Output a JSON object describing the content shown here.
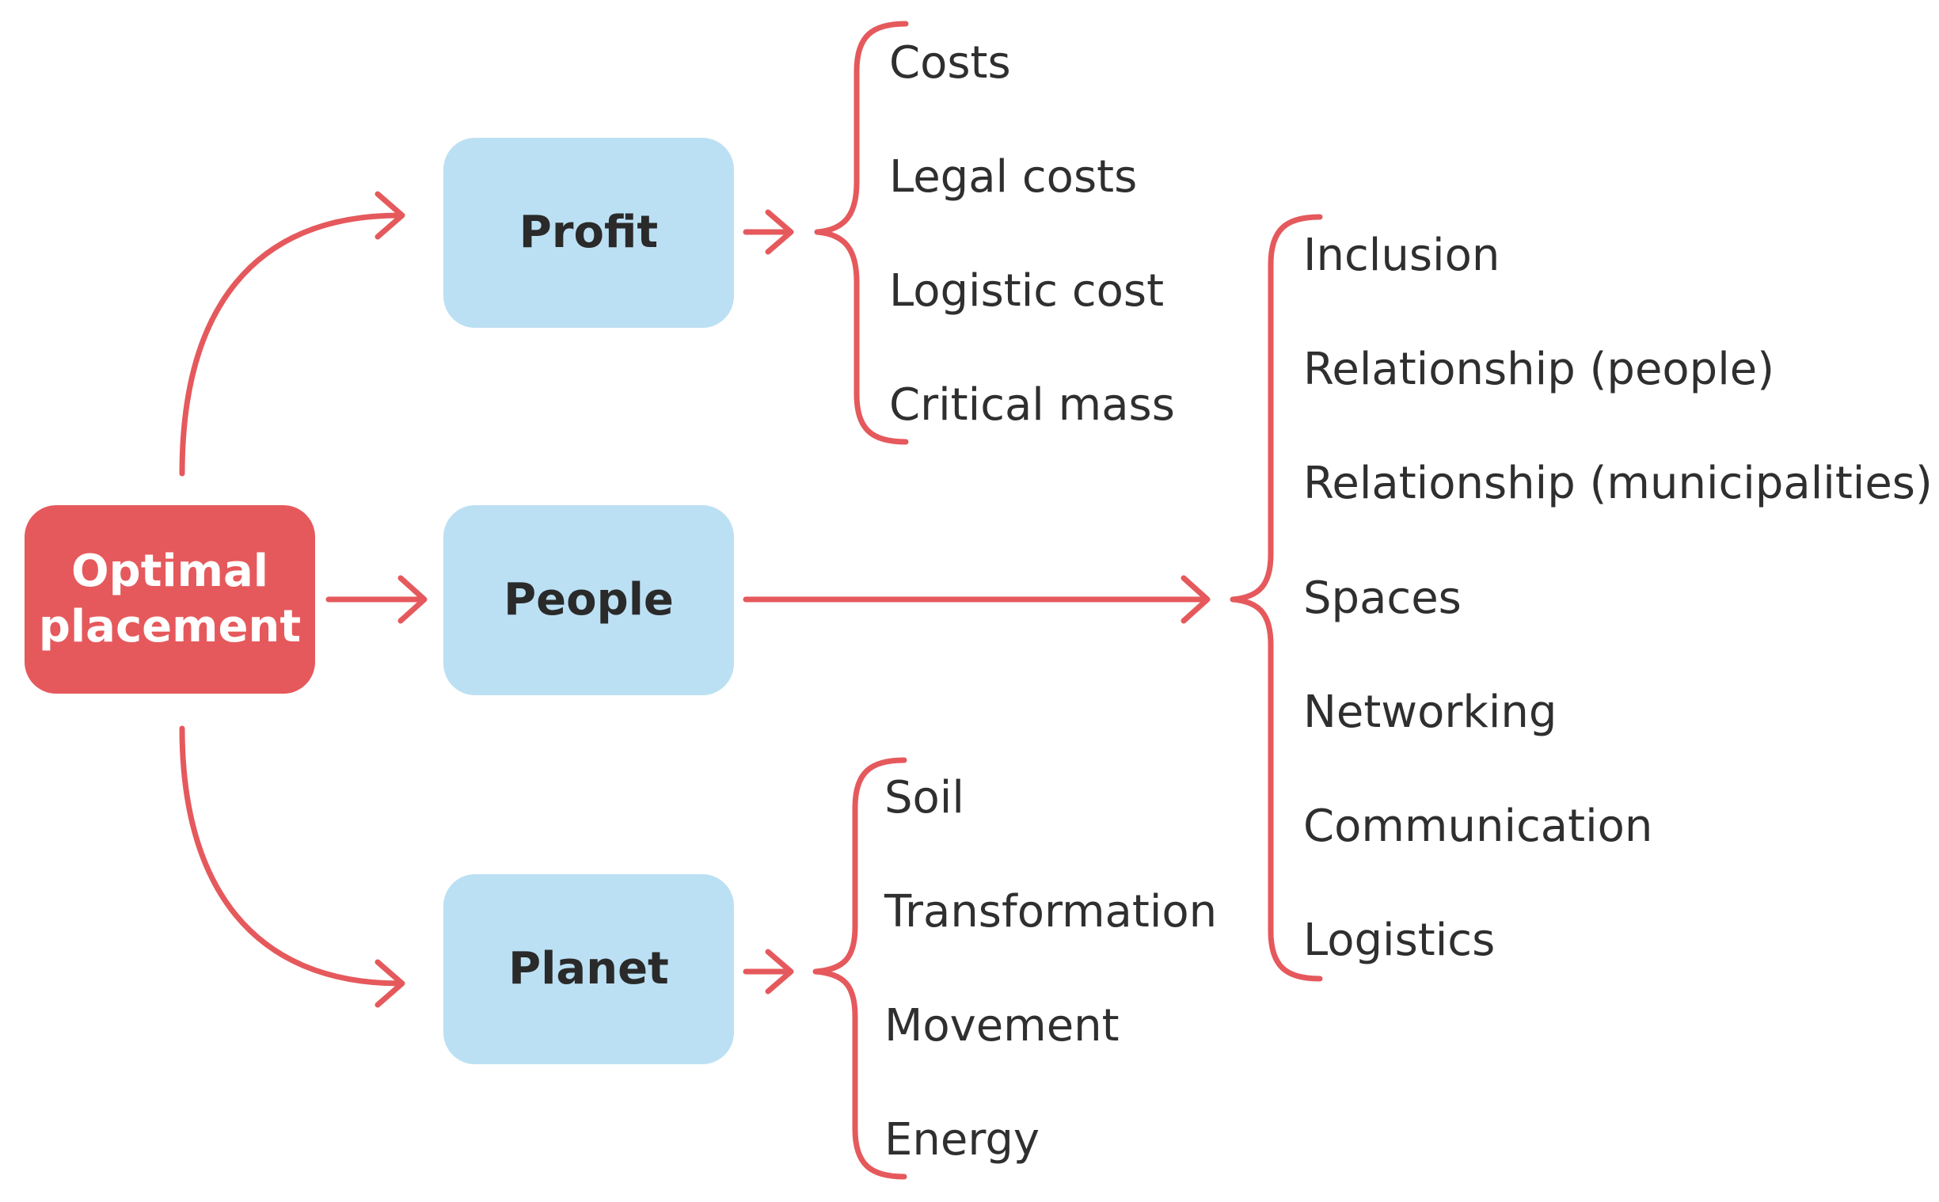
{
  "root": {
    "label": "Optimal placement"
  },
  "categories": [
    {
      "id": "profit",
      "label": "Profit"
    },
    {
      "id": "people",
      "label": "People"
    },
    {
      "id": "planet",
      "label": "Planet"
    }
  ],
  "profit_items": [
    "Costs",
    "Legal costs",
    "Logistic cost",
    "Critical mass"
  ],
  "people_items": [
    "Inclusion",
    "Relationship (people)",
    "Relationship (municipalities)",
    "Spaces",
    "Networking",
    "Communication",
    "Logistics"
  ],
  "planet_items": [
    "Soil",
    "Transformation",
    "Movement",
    "Energy"
  ],
  "colors": {
    "accent": "#e5595c",
    "box": "#bce0f3",
    "text": "#2f2f2f"
  }
}
